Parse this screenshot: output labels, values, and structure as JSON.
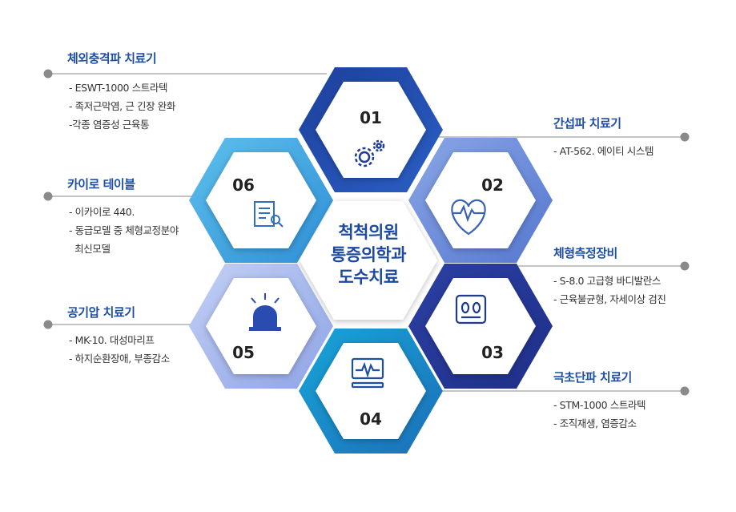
{
  "center": {
    "lines": [
      "척척의원",
      "통증의학과",
      "도수치료"
    ]
  },
  "hexes": [
    {
      "num": "01",
      "icon": "gears-icon",
      "color": "#1b3f9a"
    },
    {
      "num": "02",
      "icon": "heartbeat-icon",
      "color": "#6f8fd8"
    },
    {
      "num": "03",
      "icon": "body-scale-icon",
      "color": "#2a3f9f"
    },
    {
      "num": "04",
      "icon": "monitor-icon",
      "color": "#1f8fc8"
    },
    {
      "num": "05",
      "icon": "alarm-light-icon",
      "color": "#a7b9ee"
    },
    {
      "num": "06",
      "icon": "document-search-icon",
      "color": "#45a9e0"
    }
  ],
  "devices": [
    {
      "title": "체외충격파 치료기",
      "items": [
        "- ESWT-1000 스트라텍",
        "- 족저근막염, 근 긴장 완화",
        "-각종 염증성 근육통"
      ]
    },
    {
      "title": "간섭파 치료기",
      "items": [
        "- AT-562. 에이티 시스템"
      ]
    },
    {
      "title": "카이로 테이블",
      "items": [
        "- 이카이로 440.",
        "- 동급모델 중 체형교정분야",
        "  최신모델"
      ]
    },
    {
      "title": "체형측정장비",
      "items": [
        "- S-8.0 고급형 바디발란스",
        "- 근육불균형, 자세이상 검진"
      ]
    },
    {
      "title": "공기압 치료기",
      "items": [
        "- MK-10. 대성마리프",
        "- 하지순환장애, 부종감소"
      ]
    },
    {
      "title": "극초단파 치료기",
      "items": [
        "- STM-1000 스트라텍",
        "- 조직재생, 염증감소"
      ]
    }
  ],
  "colors": {
    "title": "#1f4fa3",
    "line": "#888888",
    "dot": "#8a8a8a"
  }
}
